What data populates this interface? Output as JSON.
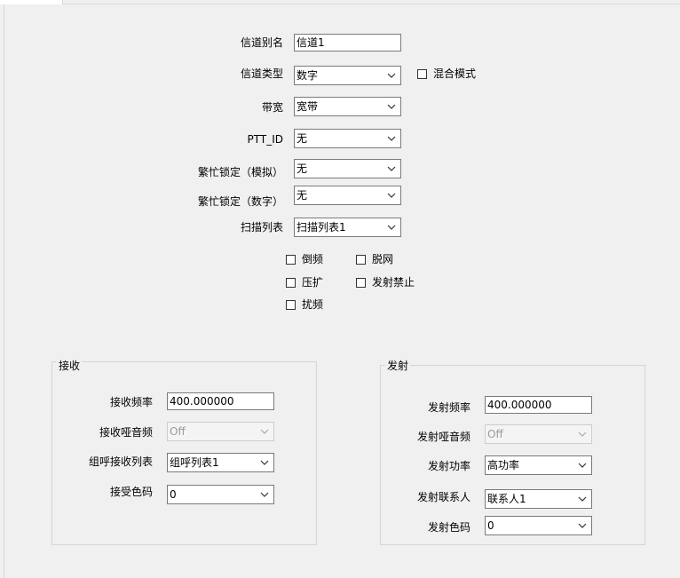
{
  "channel": {
    "alias_label": "信道别名",
    "alias_value": "信道1",
    "type_label": "信道类型",
    "type_value": "数字",
    "mixed_mode_label": "混合模式",
    "mixed_mode_checked": false,
    "bandwidth_label": "带宽",
    "bandwidth_value": "宽带",
    "ptt_id_label": "PTT_ID",
    "ptt_id_value": "无",
    "busy_lock_analog_label": "繁忙锁定（模拟）",
    "busy_lock_analog_value": "无",
    "busy_lock_digital_label": "繁忙锁定（数字）",
    "busy_lock_digital_value": "无",
    "scan_list_label": "扫描列表",
    "scan_list_value": "扫描列表1"
  },
  "options": {
    "reverse_label": "倒频",
    "talkaround_label": "脱网",
    "compand_label": "压扩",
    "tx_inhibit_label": "发射禁止",
    "scramble_label": "扰频"
  },
  "receive": {
    "group_title": "接收",
    "freq_label": "接收频率",
    "freq_value": "400.000000",
    "squelch_label": "接收哑音频",
    "squelch_value": "Off",
    "group_list_label": "组呼接收列表",
    "group_list_value": "组呼列表1",
    "color_code_label": "接受色码",
    "color_code_value": "0"
  },
  "transmit": {
    "group_title": "发射",
    "freq_label": "发射频率",
    "freq_value": "400.000000",
    "squelch_label": "发射哑音频",
    "squelch_value": "Off",
    "power_label": "发射功率",
    "power_value": "高功率",
    "contact_label": "发射联系人",
    "contact_value": "联系人1",
    "color_code_label": "发射色码",
    "color_code_value": "0"
  },
  "icons": {
    "dropdown": "chevron-down-icon"
  }
}
